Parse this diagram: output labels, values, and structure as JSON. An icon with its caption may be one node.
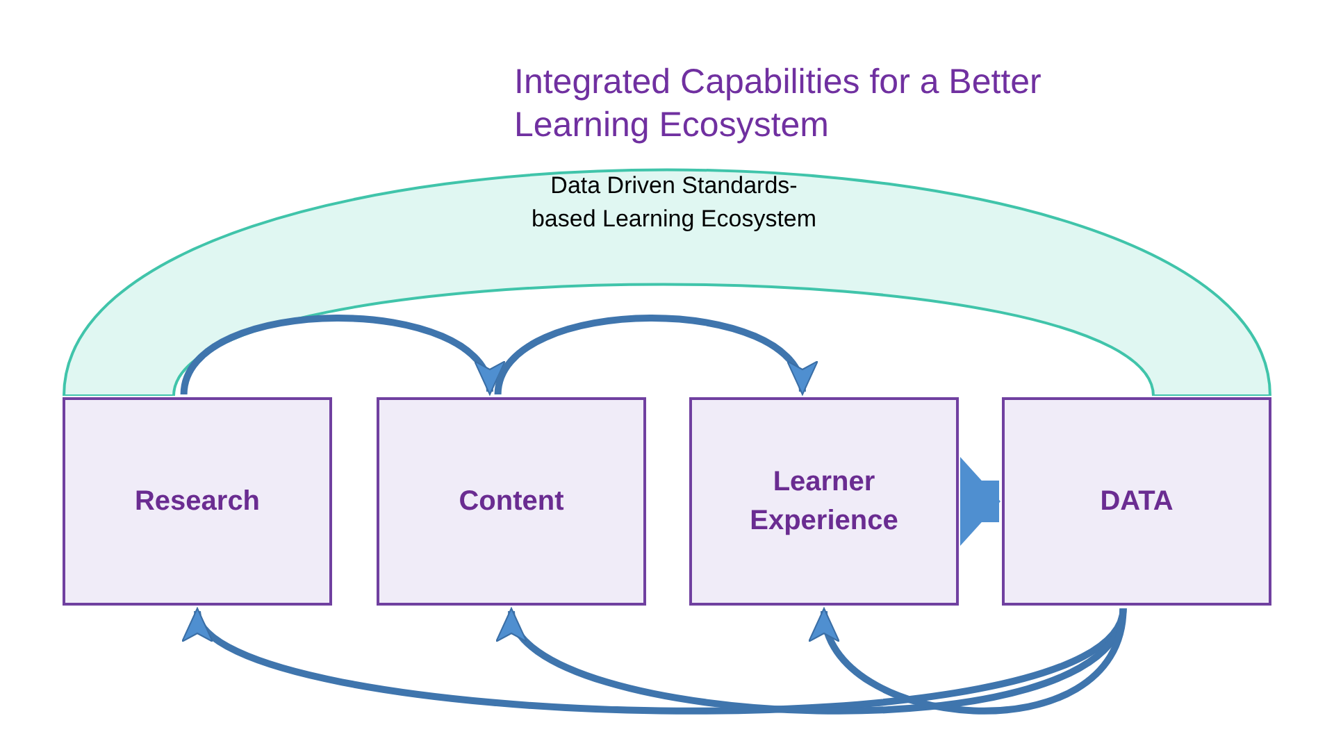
{
  "diagram": {
    "title": "Integrated Capabilities for a Better Learning Ecosystem",
    "nodes": [
      {
        "text": [
          "Data Driven Standards-based Learning Ecosystem"
        ]
      },
      {
        "text": [
          "Research"
        ]
      },
      {
        "text": [
          "Content"
        ]
      },
      {
        "text": [
          "Learner Experience"
        ]
      },
      {
        "text": [
          "DATA"
        ]
      }
    ],
    "edges": [
      {
        "from": 1,
        "to": 2,
        "arrow": "to"
      },
      {
        "from": 2,
        "to": 3,
        "arrow": "to"
      },
      {
        "from": 3,
        "to": 4,
        "arrow": "to",
        "style": "thick"
      },
      {
        "from": 4,
        "to": 1,
        "arrow": "to"
      },
      {
        "from": 4,
        "to": 2,
        "arrow": "to"
      },
      {
        "from": 4,
        "to": 3,
        "arrow": "to"
      }
    ]
  }
}
